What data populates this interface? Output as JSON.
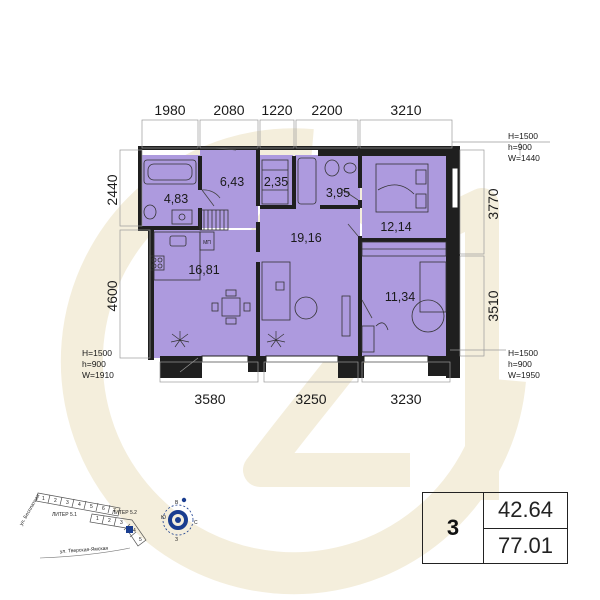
{
  "plan": {
    "top_dimensions": [
      "1980",
      "2080",
      "1220",
      "2200",
      "3210"
    ],
    "bottom_dimensions": [
      "3580",
      "3250",
      "3230"
    ],
    "left_dimensions": [
      "2440",
      "4600"
    ],
    "right_dimensions": [
      "3770",
      "3510"
    ],
    "rooms": [
      {
        "id": "bathroom",
        "area": "4,83"
      },
      {
        "id": "hall",
        "area": "6,43"
      },
      {
        "id": "closet",
        "area": "2,35"
      },
      {
        "id": "wc",
        "area": "3,95"
      },
      {
        "id": "bedroom-1",
        "area": "12,14"
      },
      {
        "id": "living",
        "area": "19,16"
      },
      {
        "id": "kitchen",
        "area": "16,81"
      },
      {
        "id": "bedroom-2",
        "area": "11,34"
      }
    ],
    "windows": [
      {
        "id": "window-right-top",
        "h1": "H=1500",
        "h2": "h=900",
        "w": "W=1440"
      },
      {
        "id": "window-left-bottom",
        "h1": "H=1500",
        "h2": "h=900",
        "w": "W=1910"
      },
      {
        "id": "window-right-bottom",
        "h1": "H=1500",
        "h2": "h=900",
        "w": "W=1950"
      }
    ],
    "appliance_label": "МП"
  },
  "locator": {
    "building_1": "ЛИТЕР 5.1",
    "building_2": "ЛИТЕР 5.2",
    "street": "ул. Тверская-Ямская",
    "street_2": "ул. Бесплатная",
    "sections_1": [
      "1",
      "2",
      "3",
      "4",
      "5",
      "6",
      "7"
    ],
    "sections_2": [
      "1",
      "2",
      "3",
      "4",
      "5"
    ],
    "compass": {
      "n": "С",
      "s": "Ю",
      "w": "З",
      "e": "В"
    }
  },
  "summary": {
    "rooms": "3",
    "living_area": "42.64",
    "total_area": "77.01"
  },
  "colors": {
    "room_fill": "#ad9ade",
    "wall": "#1f1f1f",
    "watermark": "#f3ecd9",
    "accent": "#1a3d8f"
  }
}
